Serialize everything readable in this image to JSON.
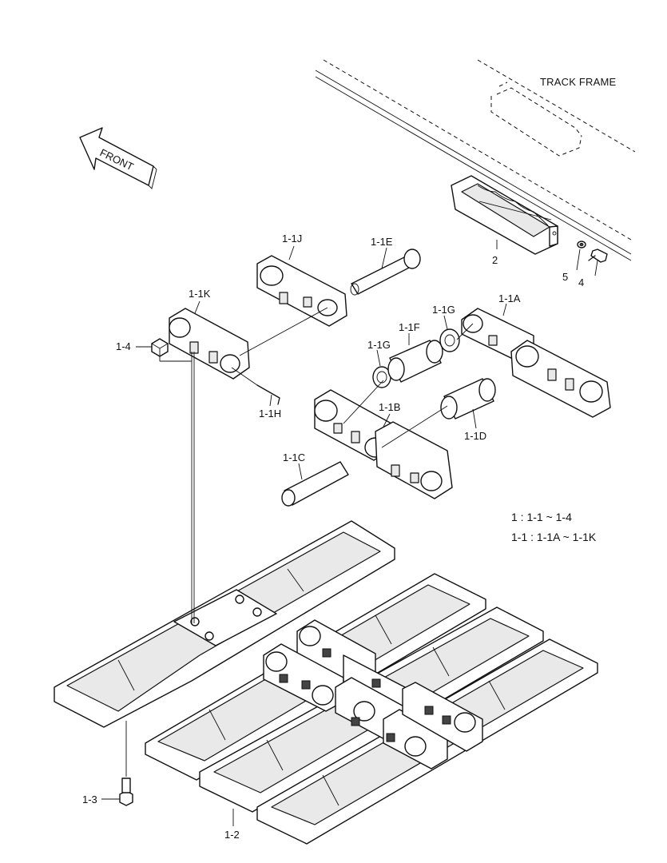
{
  "labels": {
    "track_frame": "TRACK FRAME",
    "front": "FRONT",
    "p2": "2",
    "p4": "4",
    "p5": "5",
    "p1_1j": "1-1J",
    "p1_1e": "1-1E",
    "p1_1k": "1-1K",
    "p1_4": "1-4",
    "p1_1g_top": "1-1G",
    "p1_1a": "1-1A",
    "p1_1f": "1-1F",
    "p1_1g_left": "1-1G",
    "p1_1h": "1-1H",
    "p1_1b": "1-1B",
    "p1_1d": "1-1D",
    "p1_1c": "1-1C",
    "p1_3": "1-3",
    "p1_2": "1-2"
  },
  "legend": {
    "line1": "1 : 1-1 ~ 1-4",
    "line2": "1-1 : 1-1A ~ 1-1K"
  }
}
